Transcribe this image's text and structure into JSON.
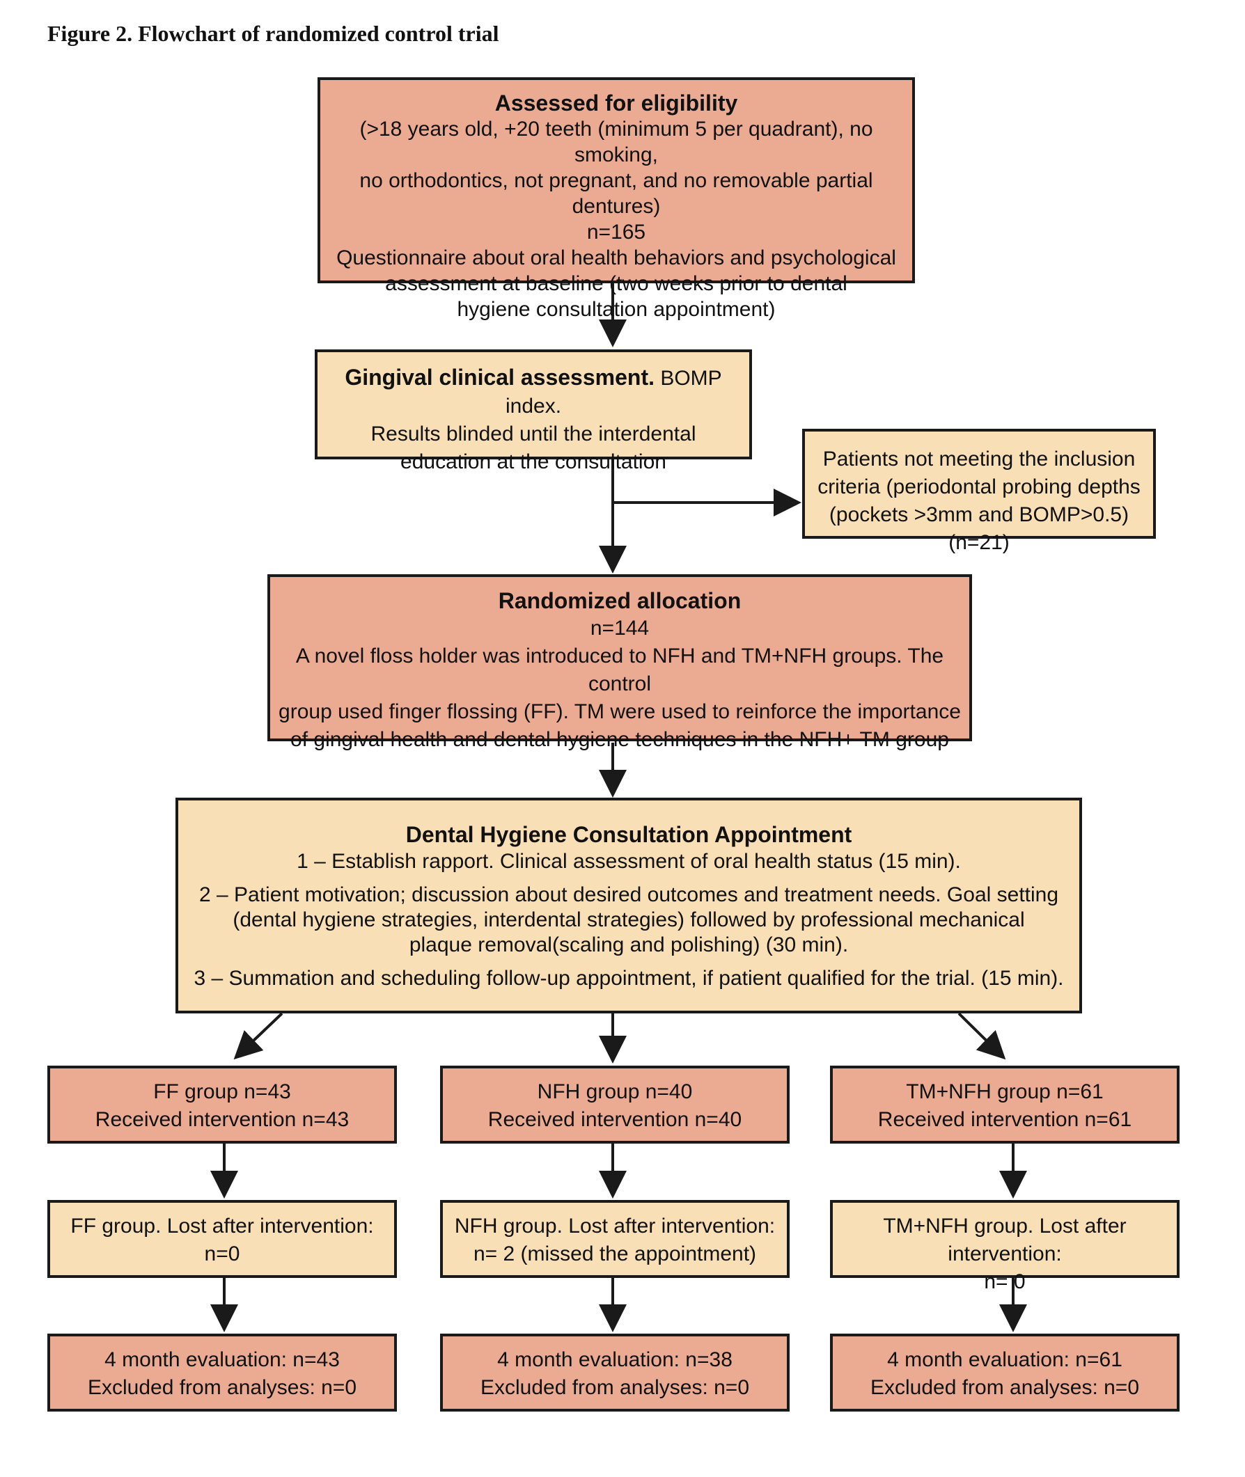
{
  "figure_title": "Figure 2. Flowchart of randomized control trial",
  "eligibility": {
    "heading": "Assessed for eligibility",
    "line1": "(>18 years old, +20 teeth (minimum 5 per quadrant), no smoking,",
    "line2": "no orthodontics, not pregnant, and no removable partial dentures)",
    "n": "n=165",
    "line3": "Questionnaire about oral health behaviors and psychological",
    "line4": "assessment at baseline (two weeks prior to dental",
    "line5": "hygiene consultation appointment)"
  },
  "gingival": {
    "heading": "Gingival clinical assessment.",
    "heading_suffix": " BOMP index.",
    "line1": "Results blinded until the interdental",
    "line2": "education at the consultation"
  },
  "excluded": {
    "line1": "Patients not meeting the inclusion",
    "line2": "criteria (periodontal probing depths",
    "line3": "(pockets >3mm and BOMP>0.5) (n=21)"
  },
  "randomized": {
    "heading": "Randomized allocation",
    "n": "n=144",
    "line1": "A novel floss holder was introduced to NFH and TM+NFH groups. The control",
    "line2": "group used finger flossing (FF). TM were used to reinforce the importance",
    "line3": "of gingival health and dental hygiene techniques in the NFH+ TM group"
  },
  "consultation": {
    "heading": "Dental Hygiene Consultation Appointment",
    "step1": "1 – Establish rapport. Clinical assessment of oral health status (15 min).",
    "step2_line1": "2 – Patient motivation; discussion about desired outcomes and treatment needs. Goal setting",
    "step2_line2": "(dental hygiene strategies, interdental strategies) followed by professional mechanical",
    "step2_line3": "plaque removal(scaling and polishing) (30 min).",
    "step3": "3 – Summation and scheduling follow-up appointment, if patient qualified for the trial. (15 min)."
  },
  "groups": [
    {
      "intervention_line1": "FF group n=43",
      "intervention_line2": "Received intervention n=43",
      "lost_line1": "FF group. Lost after intervention:",
      "lost_line2": "n=0",
      "eval_line1": "4 month evaluation: n=43",
      "eval_line2": "Excluded from analyses: n=0"
    },
    {
      "intervention_line1": "NFH group n=40",
      "intervention_line2": "Received intervention n=40",
      "lost_line1": "NFH group. Lost after intervention:",
      "lost_line2": "n= 2 (missed the appointment)",
      "eval_line1": "4 month evaluation: n=38",
      "eval_line2": "Excluded from analyses: n=0"
    },
    {
      "intervention_line1": "TM+NFH group n=61",
      "intervention_line2": "Received intervention n=61",
      "lost_line1": "TM+NFH group. Lost after intervention:",
      "lost_line2": "n= 0",
      "eval_line1": "4 month evaluation: n=61",
      "eval_line2": "Excluded from analyses: n=0"
    }
  ],
  "colors": {
    "salmon_fill": "#ebab93",
    "cream_fill": "#f8dfb5",
    "stroke": "#1a1a1a"
  }
}
